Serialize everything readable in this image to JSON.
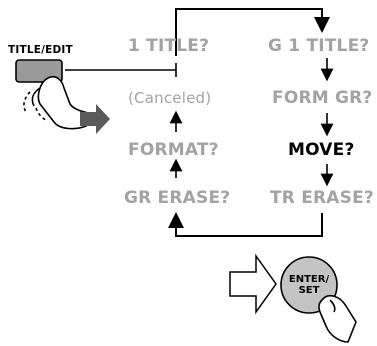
{
  "button_label": "TITLE/EDIT",
  "left_column": {
    "title": "1 TITLE?",
    "canceled": "(Canceled)",
    "format": "FORMAT?",
    "gr_erase": "GR ERASE?"
  },
  "right_column": {
    "g_title": "G  1 TITLE?",
    "form_gr": "FORM GR?",
    "move": "MOVE?",
    "tr_erase": "TR ERASE?"
  },
  "enter_button": {
    "line1": "ENTER/",
    "line2": "SET"
  },
  "icons": [
    "hand-press-icon",
    "arrow-right-icon",
    "arrow-outline-right-icon"
  ],
  "colors": {
    "inactive_text": "#a3a3a3",
    "active_text": "#000000",
    "button_fill": "#9a9a9a",
    "enter_fill": "#c4c4c4"
  }
}
